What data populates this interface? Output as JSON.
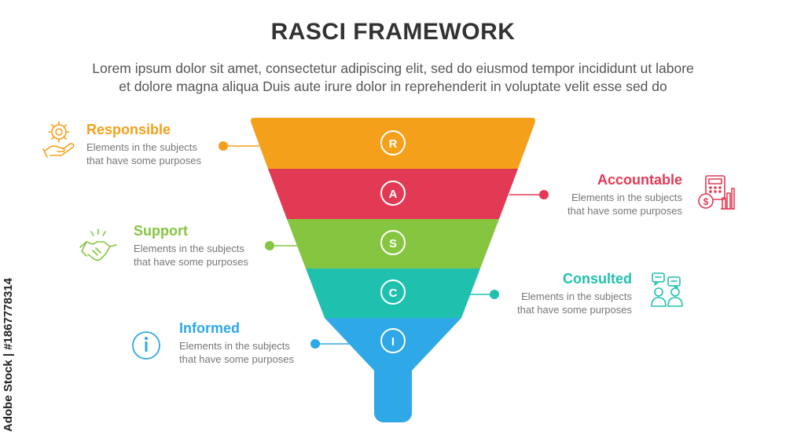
{
  "header": {
    "title": "RASCI FRAMEWORK",
    "subtitle_line1": "Lorem ipsum dolor sit amet, consectetur adipiscing elit, sed do eiusmod tempor incididunt ut labore",
    "subtitle_line2": "et dolore magna aliqua Duis aute irure dolor in reprehenderit in voluptate velit esse sed do"
  },
  "funnel": {
    "levels": [
      {
        "letter": "R",
        "color": "#F5A01A"
      },
      {
        "letter": "A",
        "color": "#E23A55"
      },
      {
        "letter": "S",
        "color": "#86C540"
      },
      {
        "letter": "C",
        "color": "#1FC1AE"
      },
      {
        "letter": "I",
        "color": "#2EA8E6"
      }
    ]
  },
  "roles": [
    {
      "title": "Responsible",
      "line1": "Elements in the subjects",
      "line2": "that have some purposes",
      "color": "#F5A01A",
      "icon": "gear-hand-icon"
    },
    {
      "title": "Accountable",
      "line1": "Elements in the subjects",
      "line2": "that have some purposes",
      "color": "#E23A55",
      "icon": "calculator-coin-chart-icon"
    },
    {
      "title": "Support",
      "line1": "Elements in the subjects",
      "line2": "that have some purposes",
      "color": "#86C540",
      "icon": "handshake-icon"
    },
    {
      "title": "Consulted",
      "line1": "Elements in the subjects",
      "line2": "that have some purposes",
      "color": "#1FC1AE",
      "icon": "people-chat-icon"
    },
    {
      "title": "Informed",
      "line1": "Elements in the subjects",
      "line2": "that have some purposes",
      "color": "#2EA8E6",
      "icon": "info-icon"
    }
  ],
  "watermark": "Adobe Stock | #1867778314"
}
